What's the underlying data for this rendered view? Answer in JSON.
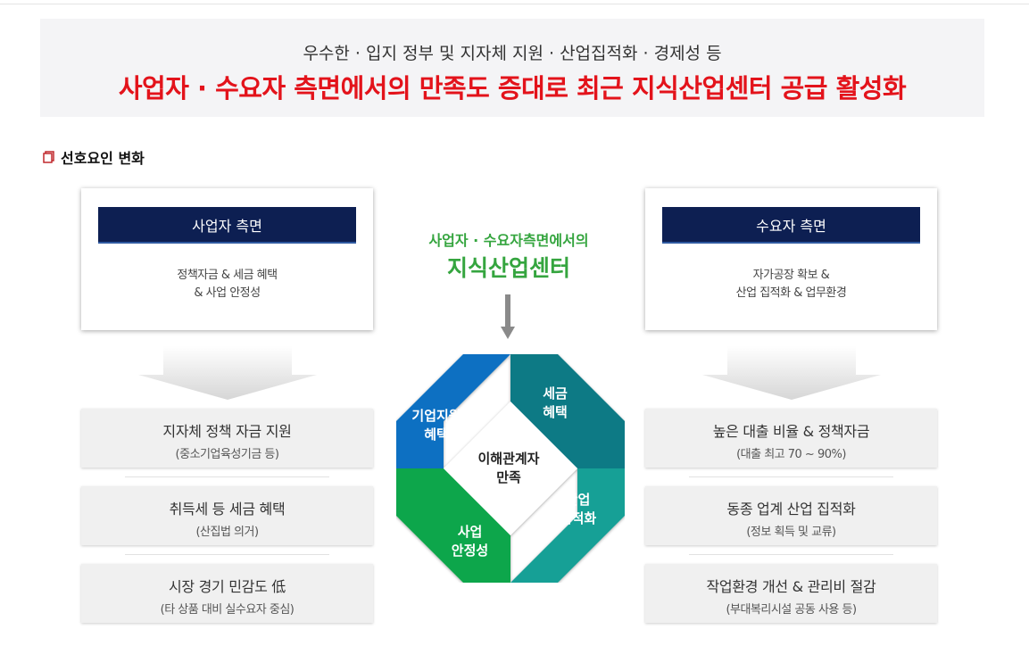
{
  "banner": {
    "subtitle": "우수한  ·  입지 정부 및 지자체 지원  ·  산업집적화  ·  경제성 등",
    "headline": "사업자 · 수요자 측면에서의 만족도 증대로 최근 지식산업센터 공급 활성화"
  },
  "section": {
    "title": "선호요인 변화"
  },
  "left": {
    "head": "사업자  측면",
    "body_line1": "정책자금 & 세금 혜택",
    "body_line2": "& 사업 안정성",
    "items": [
      {
        "title": "지자체 정책 자금 지원",
        "sub": "(중소기업육성기금 등)"
      },
      {
        "title": "취득세 등 세금 혜택",
        "sub": "(산집법 의거)"
      },
      {
        "title": "시장 경기 민감도 低",
        "sub": "(타 상품 대비 실수요자 중심)"
      }
    ]
  },
  "right": {
    "head": "수요자  측면",
    "body_line1": "자가공장 확보 &",
    "body_line2": "산업 집적화 & 업무환경",
    "items": [
      {
        "title": "높은 대출 비율 & 정책자금",
        "sub": "(대출 최고 70 ~ 90%)"
      },
      {
        "title": "동종 업계 산업 집적화",
        "sub": "(정보 획득 및 교류)"
      },
      {
        "title": "작업환경 개선 & 관리비 절감",
        "sub": "(부대복리시설 공동 사용 등)"
      }
    ]
  },
  "center": {
    "line1": "사업자  ·  수요자측면에서의",
    "line2": "지식산업센터",
    "segments": [
      {
        "line1": "기업지원",
        "line2": "혜택"
      },
      {
        "line1": "세금",
        "line2": "혜택"
      },
      {
        "line1": "산업",
        "line2": "집적화"
      },
      {
        "line1": "사업",
        "line2": "안정성"
      }
    ],
    "core_line1": "이해관계자",
    "core_line2": "만족"
  },
  "colors": {
    "headline_red": "#e3131b",
    "navy": "#0d1f52",
    "green_text": "#35a53f",
    "seg_blue": "#0a6fc2",
    "seg_teal_dark": "#0d7a85",
    "seg_teal": "#13a096",
    "seg_green": "#10a64b"
  }
}
